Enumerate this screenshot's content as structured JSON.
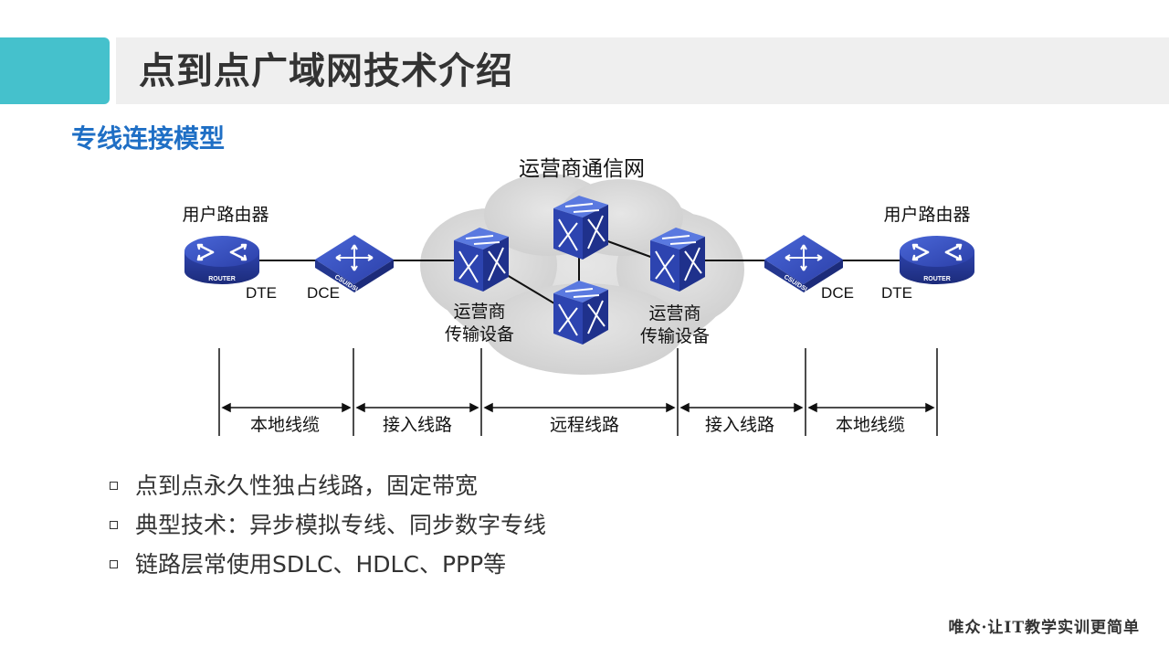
{
  "header": {
    "title": "点到点广域网技术介绍"
  },
  "section": {
    "subtitle": "专线连接模型"
  },
  "diagram": {
    "cloud_label": "运营商通信网",
    "left_router_label": "用户路由器",
    "right_router_label": "用户路由器",
    "router_device_text": "ROUTER",
    "csu_device_text": "CSU/DSU",
    "left_dte": "DTE",
    "left_dce": "DCE",
    "right_dce": "DCE",
    "right_dte": "DTE",
    "left_carrier_label_line1": "运营商",
    "left_carrier_label_line2": "传输设备",
    "right_carrier_label_line1": "运营商",
    "right_carrier_label_line2": "传输设备",
    "segments": [
      "本地线缆",
      "接入线路",
      "远程线路",
      "接入线路",
      "本地线缆"
    ]
  },
  "bullets": [
    "点到点永久性独占线路，固定带宽",
    "典型技术：异步模拟专线、同步数字专线",
    "链路层常使用SDLC、HDLC、PPP等"
  ],
  "footer": {
    "slogan": "唯众·让IT教学实训更简单"
  },
  "colors": {
    "accent": "#45c1cc",
    "subtitle": "#1f6fc5",
    "device_blue": "#2f48b8"
  }
}
